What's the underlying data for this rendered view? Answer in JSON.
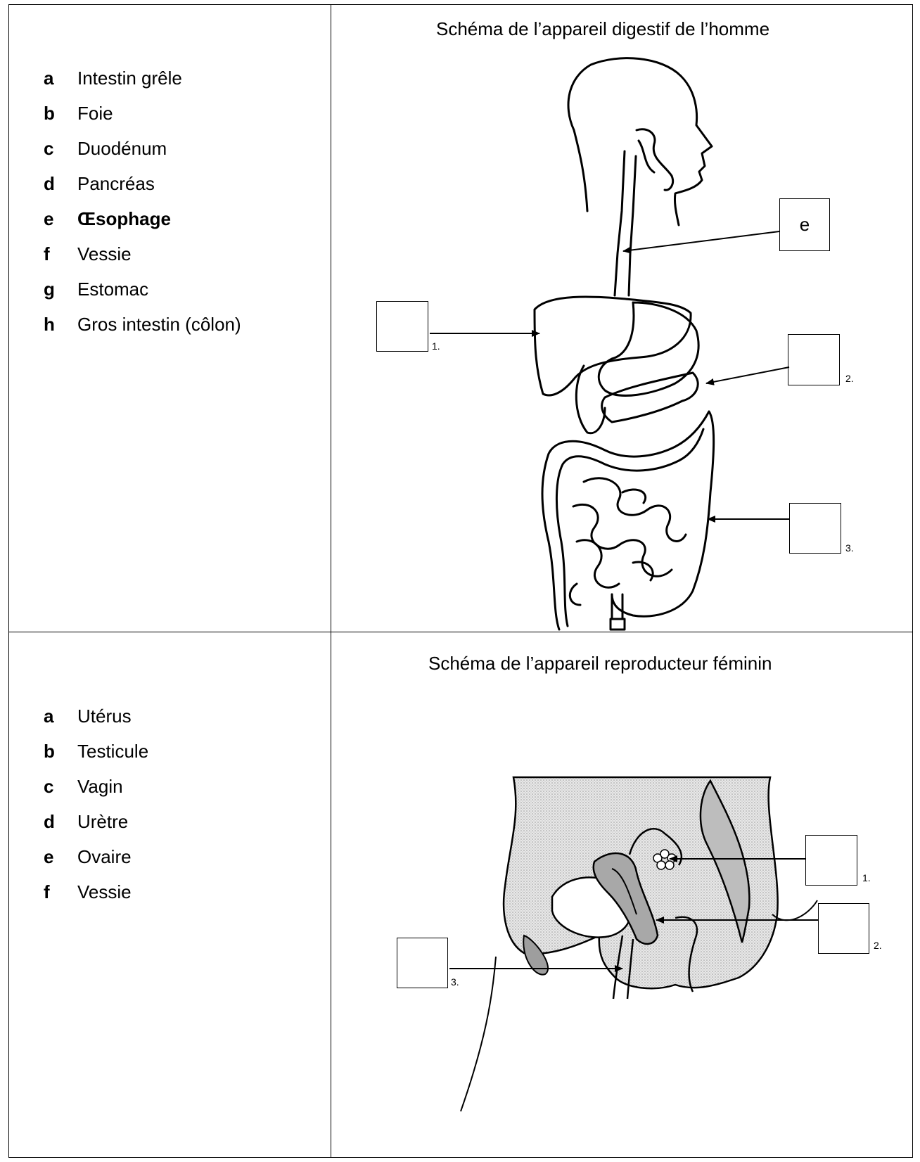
{
  "digestive": {
    "title": "Schéma de l’appareil digestif de l’homme",
    "legend": [
      {
        "letter": "a",
        "label": "Intestin grêle"
      },
      {
        "letter": "b",
        "label": "Foie"
      },
      {
        "letter": "c",
        "label": "Duodénum"
      },
      {
        "letter": "d",
        "label": "Pancréas"
      },
      {
        "letter": "e",
        "label": "Œsophage"
      },
      {
        "letter": "f",
        "label": "Vessie"
      },
      {
        "letter": "g",
        "label": "Estomac"
      },
      {
        "letter": "h",
        "label": "Gros intestin (côlon)"
      }
    ],
    "answer_e": "e",
    "num_1": "1.",
    "num_2": "2.",
    "num_3": "3."
  },
  "reproductive": {
    "title": "Schéma de l’appareil reproducteur féminin",
    "legend": [
      {
        "letter": "a",
        "label": "Utérus"
      },
      {
        "letter": "b",
        "label": "Testicule"
      },
      {
        "letter": "c",
        "label": "Vagin"
      },
      {
        "letter": "d",
        "label": "Urètre"
      },
      {
        "letter": "e",
        "label": "Ovaire"
      },
      {
        "letter": "f",
        "label": "Vessie"
      }
    ],
    "num_1": "1.",
    "num_2": "2.",
    "num_3": "3."
  }
}
